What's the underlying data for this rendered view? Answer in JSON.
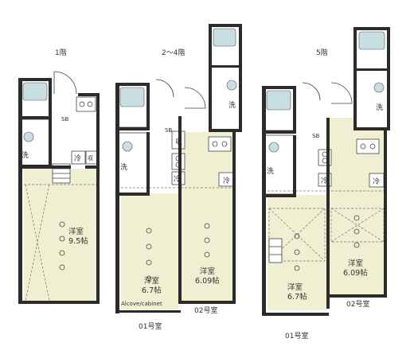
{
  "labels": {
    "floor_1": "1階",
    "floor_2_4": "2〜4階",
    "floor_5": "5階",
    "room_01": "01号室",
    "room_02": "02号室",
    "western_room": "洋室",
    "size_9_5": "9.5帖",
    "size_6_7": "6.7帖",
    "size_6_09": "6.09帖",
    "wash": "洗",
    "fridge": "冷",
    "shoe_box": "SB",
    "refrigerator_space": "冷",
    "storage": "収",
    "note_small": "Alcove/cabinet"
  },
  "colors": {
    "wall": "#2b2b2b",
    "floor": "#f1efd2",
    "bath": "#c8dee3"
  }
}
